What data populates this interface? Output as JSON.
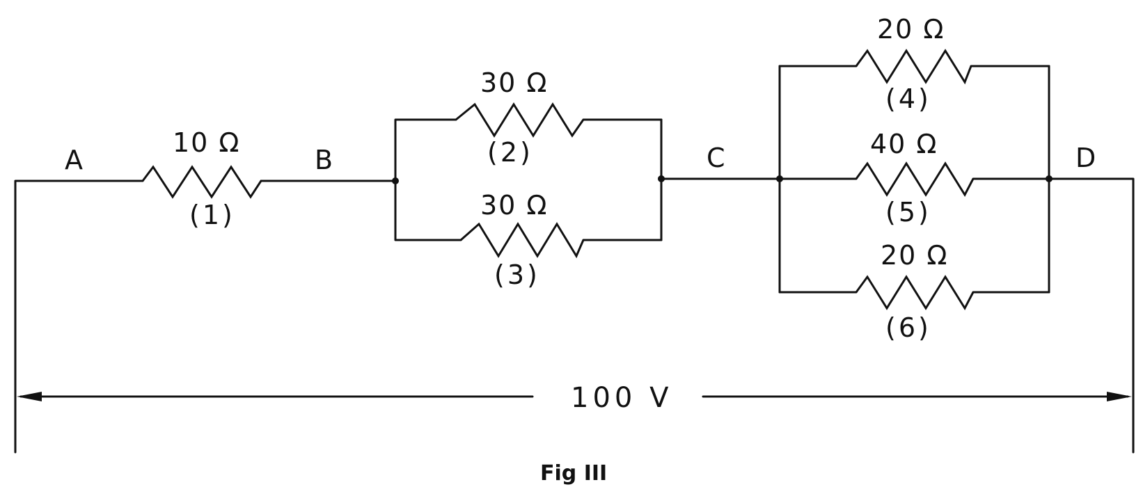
{
  "nodes": {
    "a": "A",
    "b": "B",
    "c": "C",
    "d": "D"
  },
  "resistors": {
    "r1": {
      "value": "10 Ω",
      "number": "(1)"
    },
    "r2": {
      "value": "30 Ω",
      "number": "(2)"
    },
    "r3": {
      "value": "30 Ω",
      "number": "(3)"
    },
    "r4": {
      "value": "20 Ω",
      "number": "(4)"
    },
    "r5": {
      "value": "40 Ω",
      "number": "(5)"
    },
    "r6": {
      "value": "20 Ω",
      "number": "(6)"
    }
  },
  "voltage": "100 V",
  "caption": "Fig III"
}
